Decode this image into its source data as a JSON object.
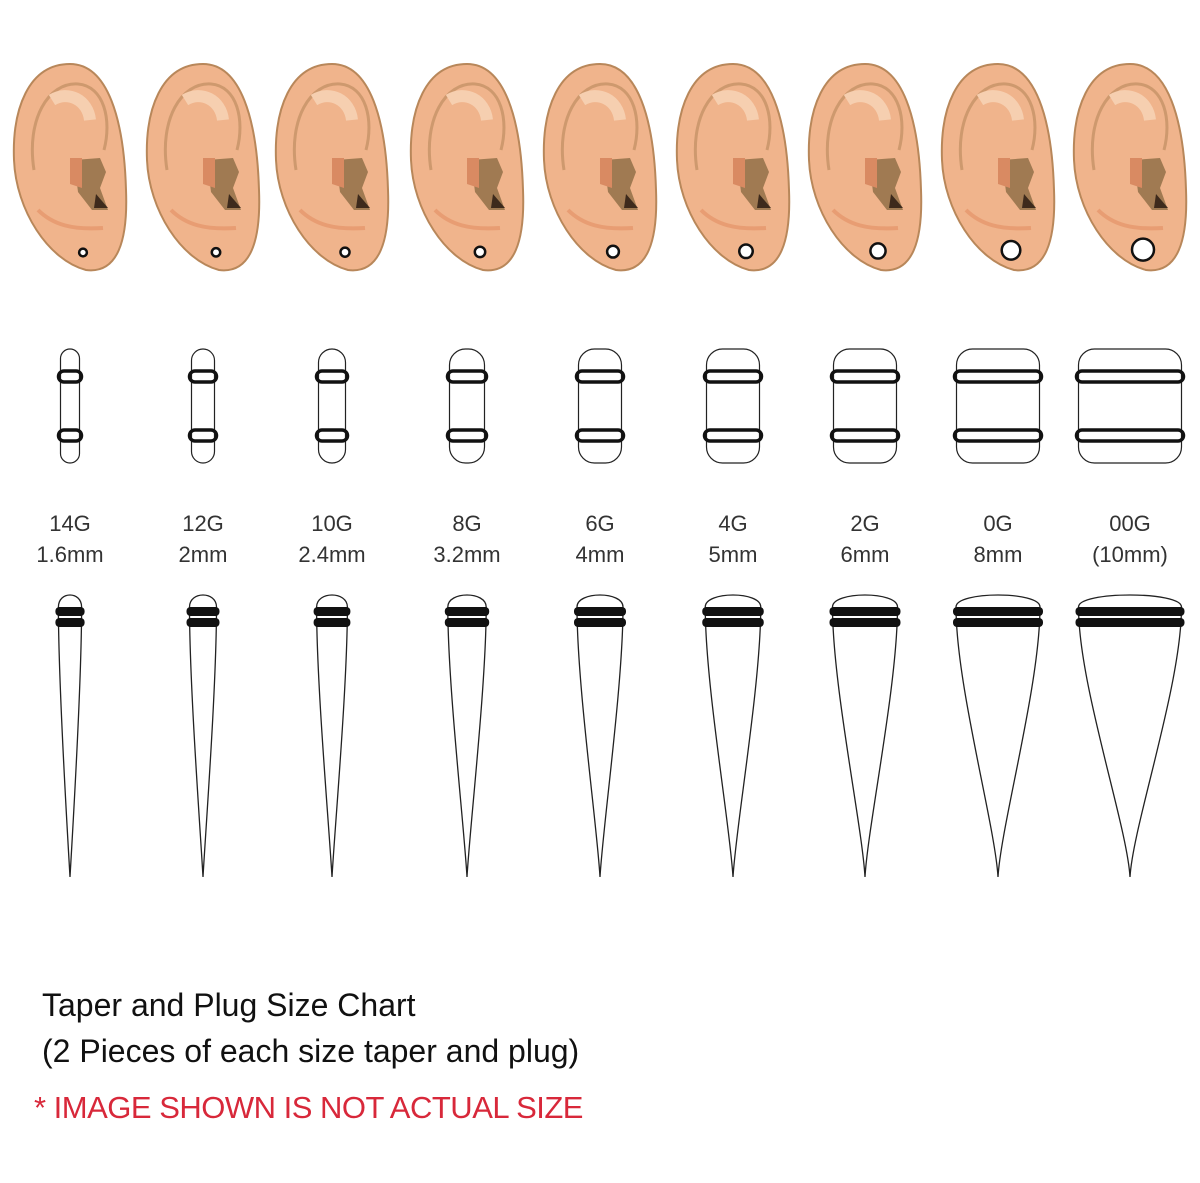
{
  "sizes": [
    {
      "gauge": "14G",
      "mm_label": "1.6mm",
      "mm": 1.6
    },
    {
      "gauge": "12G",
      "mm_label": "2mm",
      "mm": 2
    },
    {
      "gauge": "10G",
      "mm_label": "2.4mm",
      "mm": 2.4
    },
    {
      "gauge": "8G",
      "mm_label": "3.2mm",
      "mm": 3.2
    },
    {
      "gauge": "6G",
      "mm_label": "4mm",
      "mm": 4
    },
    {
      "gauge": "4G",
      "mm_label": "5mm",
      "mm": 5
    },
    {
      "gauge": "2G",
      "mm_label": "6mm",
      "mm": 6
    },
    {
      "gauge": "0G",
      "mm_label": "8mm",
      "mm": 8
    },
    {
      "gauge": "00G",
      "mm_label": "(10mm)",
      "mm": 10
    }
  ],
  "title": "Taper and Plug  Size Chart",
  "subtitle": "(2 Pieces of each size taper and plug)",
  "warning": "* IMAGE SHOWN IS NOT ACTUAL SIZE",
  "colors": {
    "skin": "#f0b48c",
    "skin_outline": "#b8875a",
    "warning": "#d8283a",
    "ring": "#111111"
  }
}
